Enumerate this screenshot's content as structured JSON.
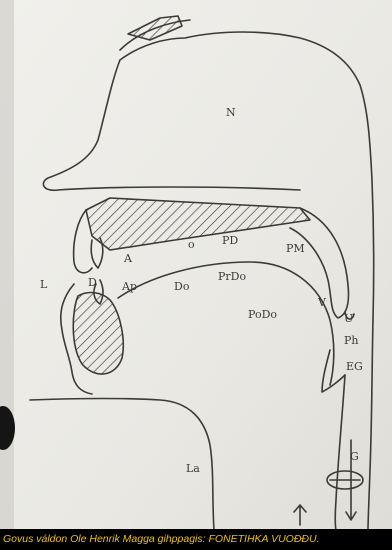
{
  "diagram": {
    "labels": {
      "nasal_cavity": "N",
      "alveolar_ridge": "A",
      "prepalatal_dorsal": "PD",
      "postmedial": "PM",
      "lips": "L",
      "teeth": "D",
      "apex": "Ap",
      "dorsum": "Do",
      "pre_dorsum": "PrDo",
      "post_dorsum": "PoDo",
      "velum": "V",
      "uvula": "U",
      "pharynx": "Ph",
      "epiglottis": "EG",
      "larynx": "La",
      "glottis": "G",
      "mark_o": "o"
    }
  },
  "caption": {
    "text": "Govus váldon Ole Henrik Magga gihppagis: FONETIHKA VUOĐĐU."
  },
  "colors": {
    "paper": "#ecebe6",
    "ink": "#3c3a38",
    "caption_bg": "#000000",
    "caption_text": "#f2c200"
  }
}
